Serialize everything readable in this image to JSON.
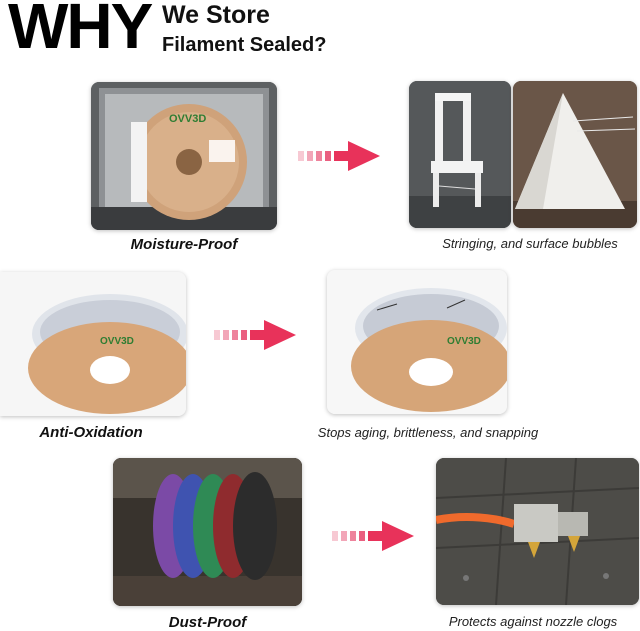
{
  "header": {
    "why": "WHY",
    "line1": "We Store",
    "line2": "Filament Sealed?"
  },
  "brand": {
    "logo_text": "OVV3D",
    "accent_color": "#e8325a"
  },
  "rows": [
    {
      "left_caption": "Moisture-Proof",
      "right_caption": "Stringing, and surface bubbles"
    },
    {
      "left_caption": "Anti-Oxidation",
      "right_caption": "Stops aging, brittleness, and snapping"
    },
    {
      "left_caption": "Dust-Proof",
      "right_caption": "Protects against nozzle clogs"
    }
  ],
  "icons": [
    "arrow-right-icon",
    "arrow-right-icon",
    "arrow-right-icon"
  ]
}
